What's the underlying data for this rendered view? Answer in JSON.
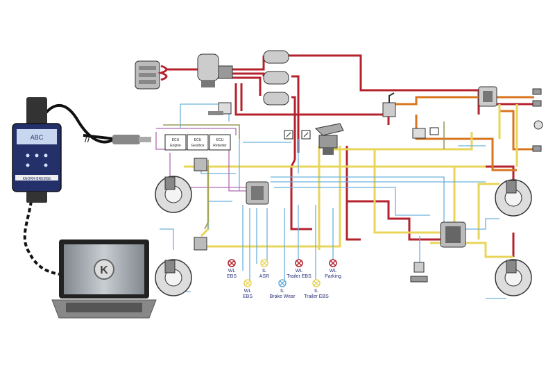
{
  "colors": {
    "red": "#b5222e",
    "orange": "#d8751f",
    "yellow": "#e9d55a",
    "blue": "#6cb0dc",
    "darkblue": "#2a2f7a",
    "purple": "#b06ab0",
    "olive": "#9a9a5a"
  },
  "ecus": [
    {
      "title": "ECU",
      "sub": "Engine"
    },
    {
      "title": "ECU",
      "sub": "Gearbox"
    },
    {
      "title": "ECU",
      "sub": "Retarder"
    }
  ],
  "lamps": [
    {
      "l1": "WL",
      "l2": "EBS",
      "color": "red"
    },
    {
      "l1": "WL",
      "l2": "EBS",
      "color": "yellow"
    },
    {
      "l1": "IL",
      "l2": "ASR",
      "color": "yellow"
    },
    {
      "l1": "IL",
      "l2": "Brake Wear",
      "color": "blue"
    },
    {
      "l1": "WL",
      "l2": "Trailer EBS",
      "color": "red"
    },
    {
      "l1": "IL",
      "l2": "Trailer EBS",
      "color": "yellow"
    },
    {
      "l1": "WL",
      "l2": "Parking",
      "color": "red"
    }
  ],
  "device": {
    "brand": "KNORR-BREMSE",
    "screen_label": "ABC",
    "laptop_logo": "K"
  }
}
